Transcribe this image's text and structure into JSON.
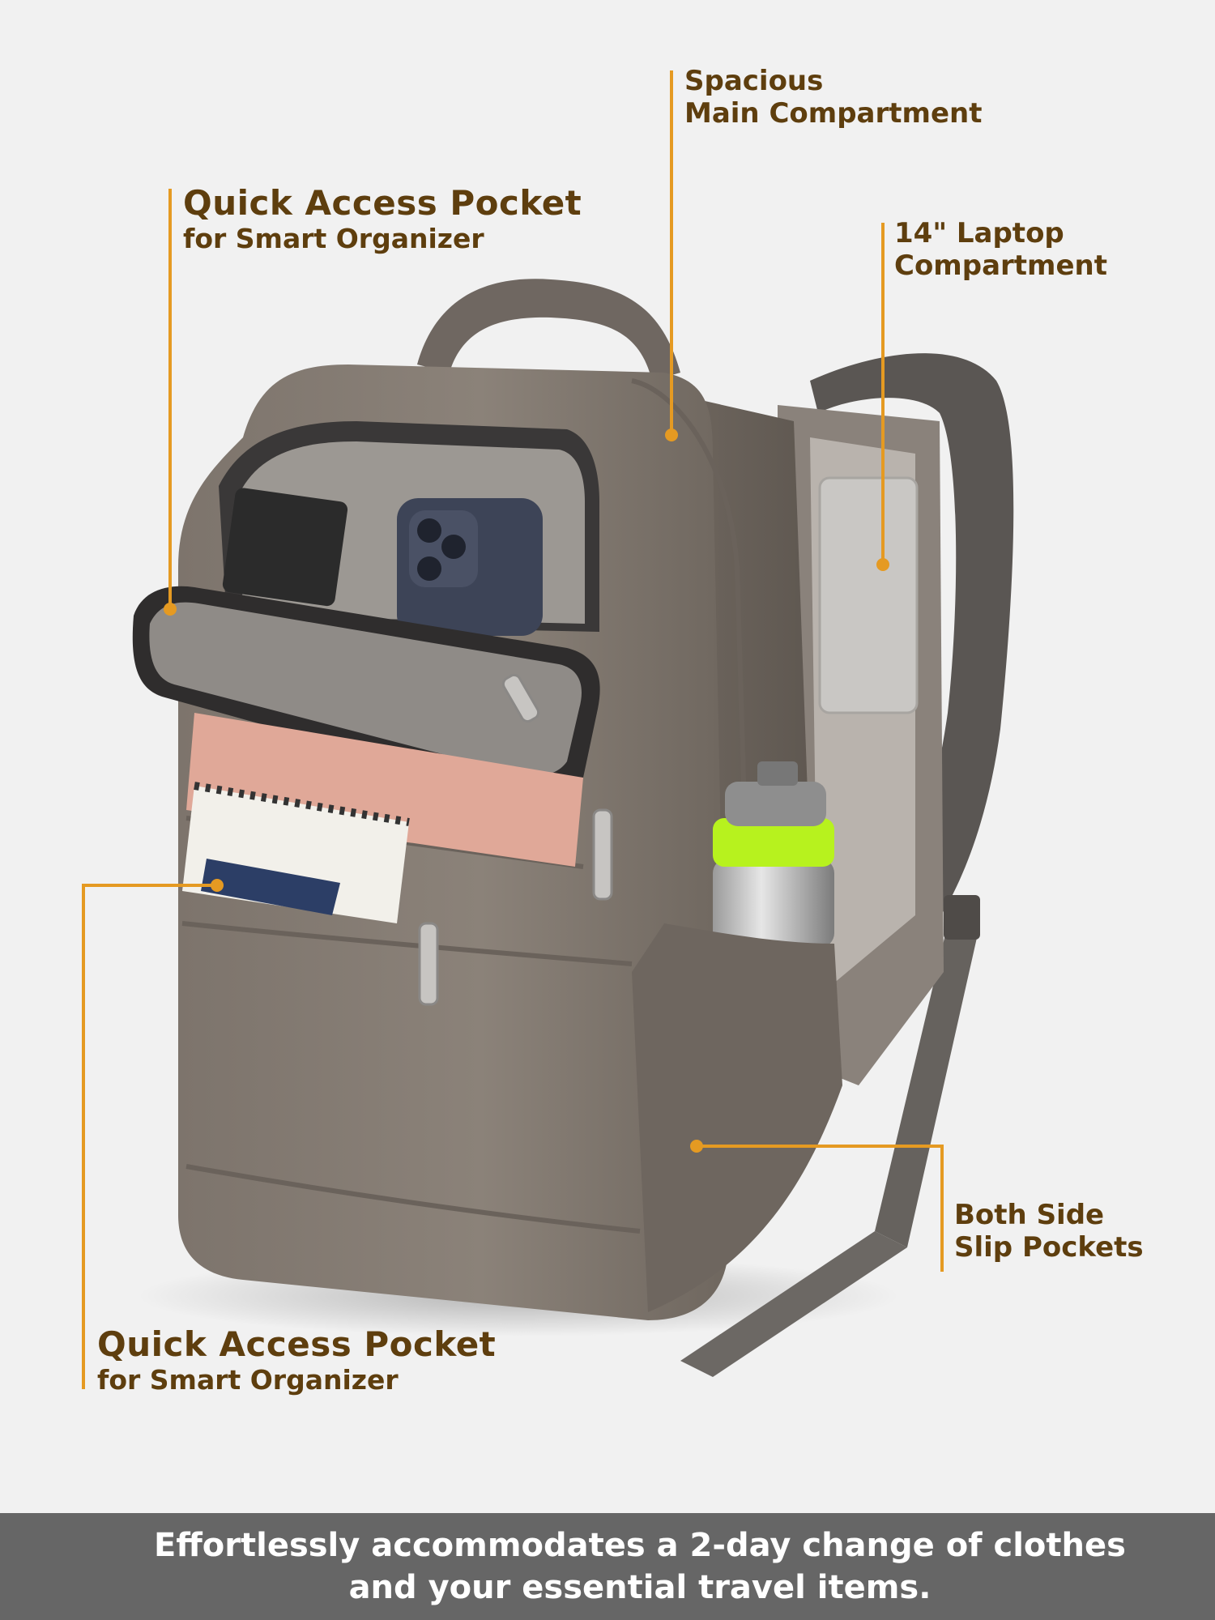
{
  "callouts": {
    "top_left": {
      "title": "Quick Access Pocket",
      "subtitle": "for Smart Organizer"
    },
    "top_center": {
      "line1": "Spacious",
      "line2": "Main Compartment"
    },
    "laptop": {
      "line1": "14\" Laptop",
      "line2": "Compartment"
    },
    "side": {
      "line1": "Both Side",
      "line2": "Slip Pockets"
    },
    "bottom_left": {
      "title": "Quick Access Pocket",
      "subtitle": "for Smart Organizer"
    }
  },
  "banner": {
    "line1": "Effortlessly accommodates a 2-day change of clothes",
    "line2": "and your essential travel items."
  },
  "colors": {
    "background": "#f1f1f1",
    "callout_text": "#5e3e0e",
    "callout_line": "#e59a22",
    "banner_bg": "#666666",
    "banner_text": "#ffffff",
    "bag_body": "#857b73"
  }
}
